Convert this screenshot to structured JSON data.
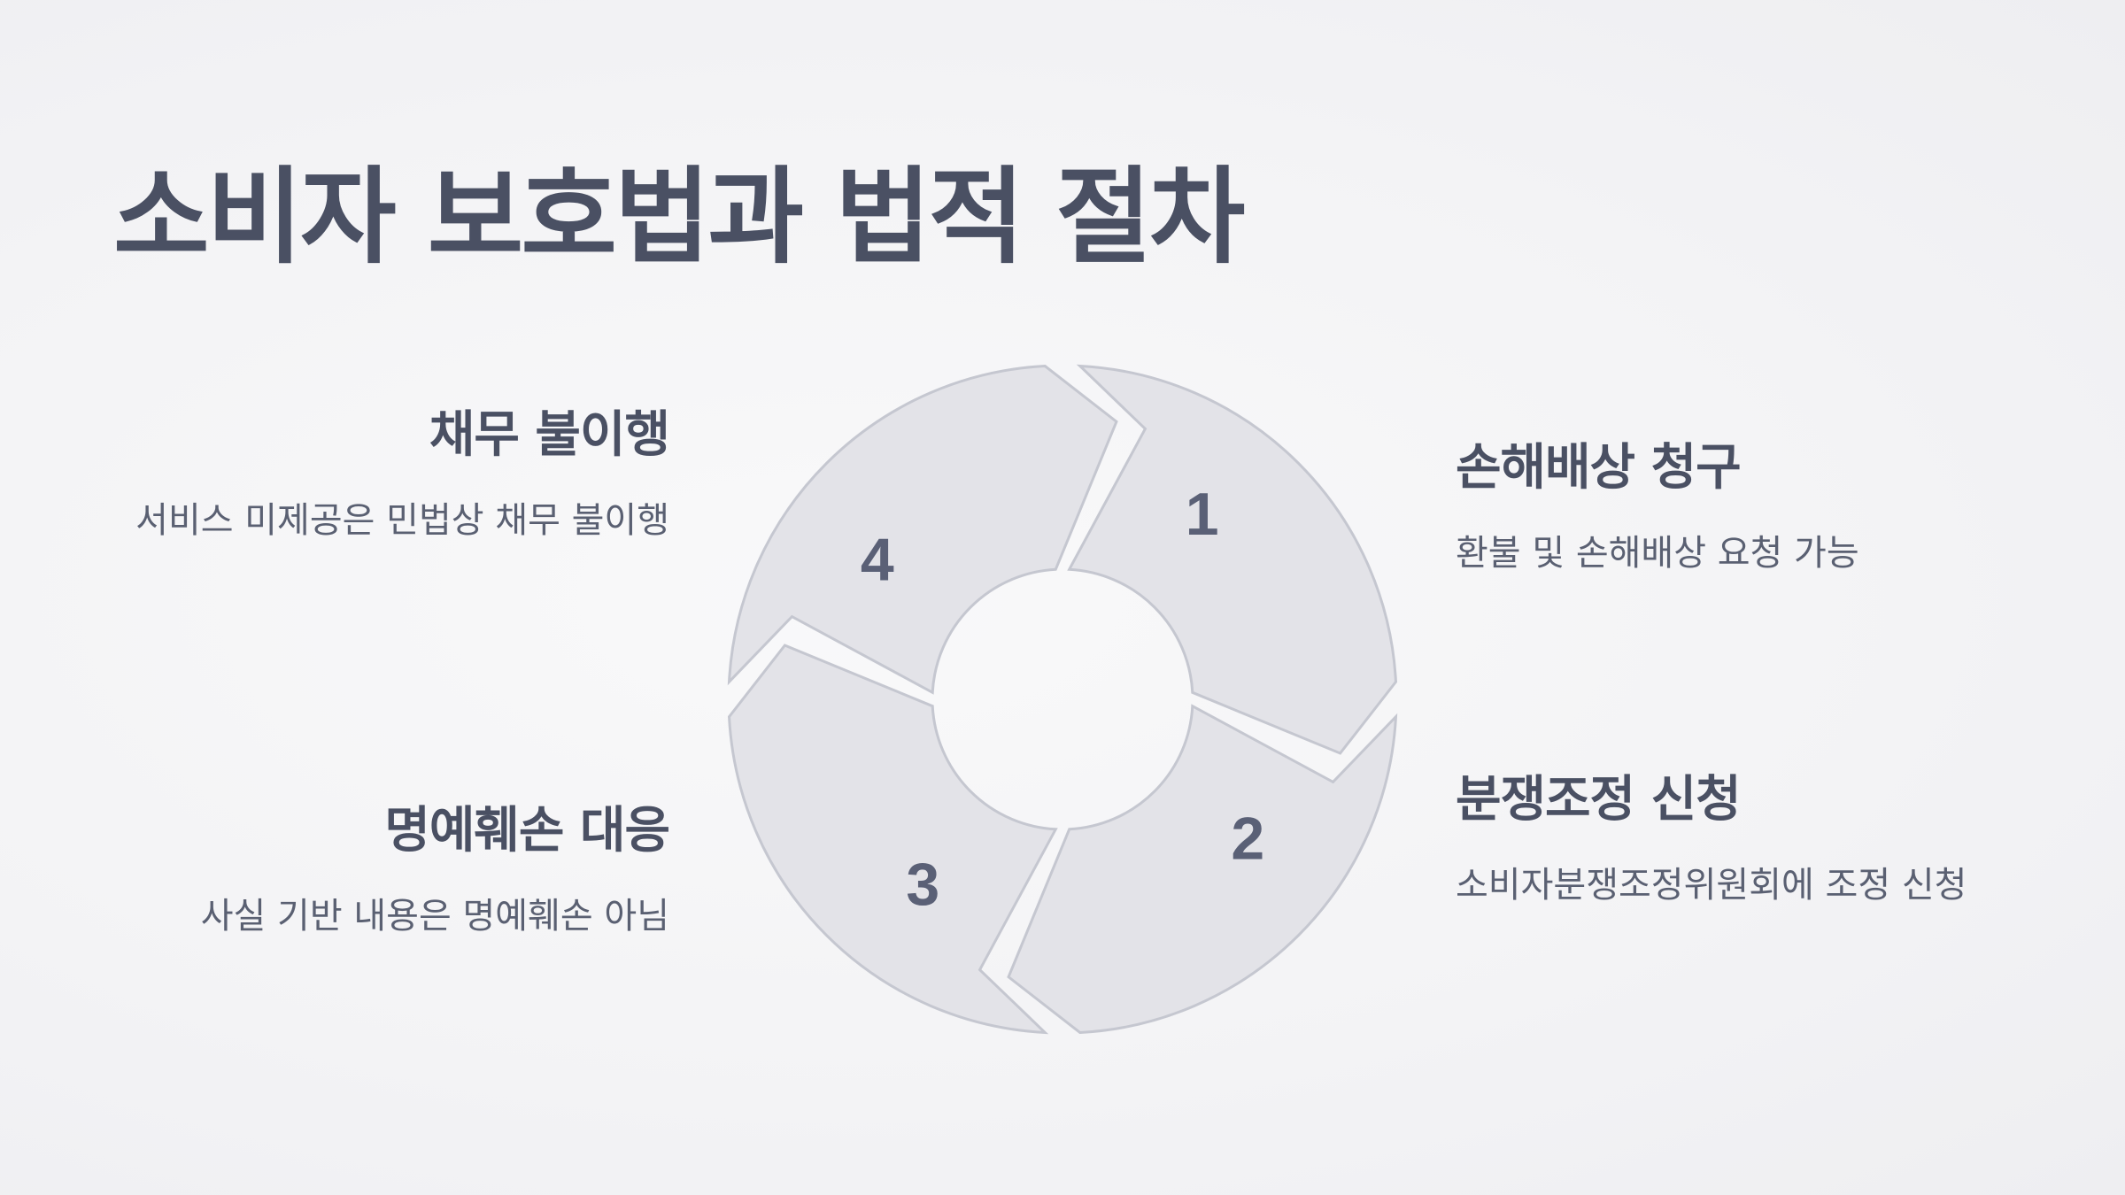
{
  "title": "소비자 보호법과 법적 절차",
  "steps": [
    {
      "number": "1",
      "title": "채무 불이행",
      "description": "서비스 미제공은 민법상 채무 불이행"
    },
    {
      "number": "2",
      "title": "손해배상 청구",
      "description": "환불 및 손해배상 요청 가능"
    },
    {
      "number": "3",
      "title": "분쟁조정 신청",
      "description": "소비자분쟁조정위원회에 조정 신청"
    },
    {
      "number": "4",
      "title": "명예훼손 대응",
      "description": "사실 기반 내용은 명예훼손 아님"
    }
  ],
  "colors": {
    "text": "#4a5063",
    "segment_fill": "#e3e3e8",
    "segment_stroke": "#c5c7d0",
    "number": "#5a6076"
  }
}
